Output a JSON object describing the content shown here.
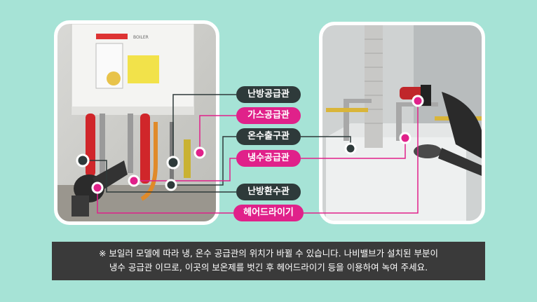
{
  "photos": {
    "left": {
      "panel_text": "BOILER"
    },
    "right": {}
  },
  "labels": {
    "heating_supply": "난방공급관",
    "gas_supply": "가스공급관",
    "hot_water_outlet": "온수출구관",
    "cold_water_supply": "냉수공급관",
    "heating_return": "난방환수관",
    "hair_dryer": "헤어드라이기"
  },
  "notice": {
    "line1": "※ 보일러 모델에 따라 냉, 온수 공급관의 위치가 바뀔 수 있습니다. 나비밸브가 설치된 부분이",
    "line2": "냉수 공급관 이므로, 이곳의 보온제를 벗긴 후 헤어드라이기 등을 이용하여 녹여 주세요."
  },
  "colors": {
    "background": "#a6e3d6",
    "dark_label": "#2e3a3a",
    "pink_label": "#e0218a",
    "notice_bg": "#3a3a3a"
  }
}
